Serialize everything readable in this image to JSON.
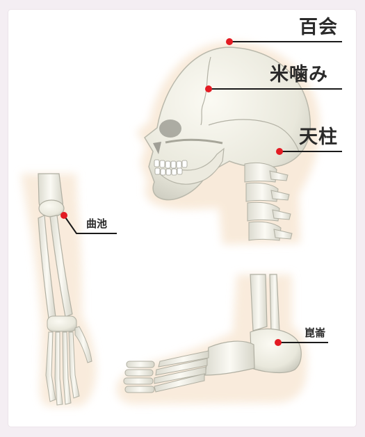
{
  "points": {
    "hyakue": "百会",
    "komekami": "米噛み",
    "tenchu": "天柱",
    "kyokuchi": "曲池",
    "konron": "崑崙"
  },
  "colors": {
    "page_background": "#f4eef3",
    "card_background": "#ffffff",
    "bone_fill": "#f2f1e8",
    "bone_shadow": "#c9c8bc",
    "skin_glow": "#f8e8d6",
    "point_marker": "#e31b23",
    "leader_line": "#1a1a1a"
  }
}
